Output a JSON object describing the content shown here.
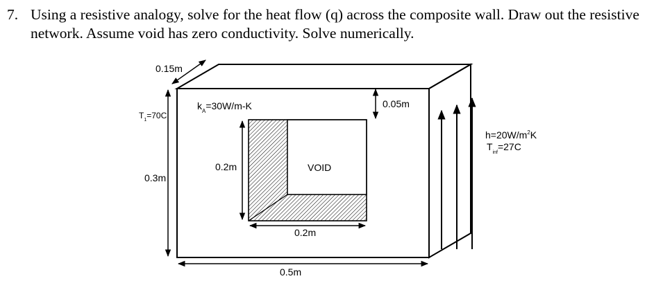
{
  "problem": {
    "number": "7.",
    "text": "Using a resistive analogy, solve for the heat flow (q) across the composite wall. Draw out the resistive network. Assume void has zero conductivity. Solve numerically."
  },
  "diagram": {
    "depth_label": "0.15m",
    "t1": {
      "main": "T",
      "sub": "1",
      "rest": "=70C"
    },
    "height_label": "0.3m",
    "ka": {
      "main": "k",
      "sub": "A",
      "rest": "=30W/m-K"
    },
    "gap_label": "0.05m",
    "inner_height_label": "0.2m",
    "void_label": "VOID",
    "inner_width_label": "0.2m",
    "width_label": "0.5m",
    "h": {
      "main": "h=20W/m",
      "sup": "2",
      "rest": "K"
    },
    "tinf": {
      "main": "T",
      "sub": "inf",
      "rest": "=27C"
    }
  }
}
